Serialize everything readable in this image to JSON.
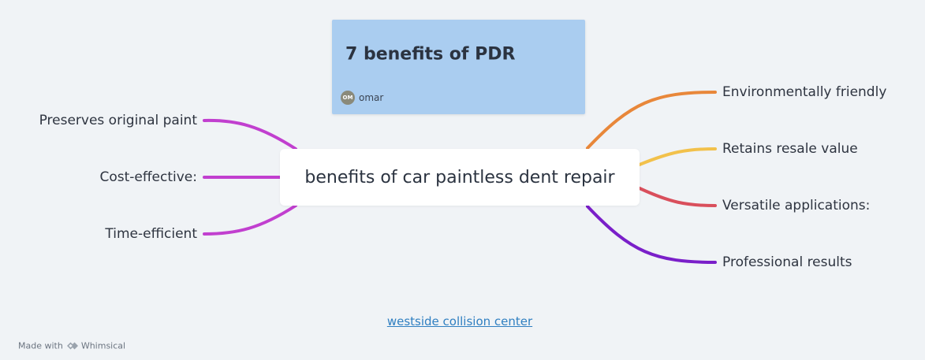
{
  "title_card": {
    "title": "7 benefits of PDR",
    "author_initials": "OM",
    "author_name": "omar"
  },
  "center_node": {
    "label": "benefits of car paintless dent repair"
  },
  "branches": [
    {
      "label": "Preserves original paint",
      "side": "left",
      "color": "#c13fcf"
    },
    {
      "label": "Cost-effective:",
      "side": "left",
      "color": "#c13fcf"
    },
    {
      "label": "Time-efficient",
      "side": "left",
      "color": "#c13fcf"
    },
    {
      "label": "Environmentally friendly",
      "side": "right",
      "color": "#e8873a"
    },
    {
      "label": "Retains resale value",
      "side": "right",
      "color": "#f2c14b"
    },
    {
      "label": "Versatile applications:",
      "side": "right",
      "color": "#d94f5c"
    },
    {
      "label": "Professional results",
      "side": "right",
      "color": "#7a1fc9"
    }
  ],
  "footer": {
    "link_text": "westside collision center",
    "made_with_prefix": "Made with",
    "made_with_brand": "Whimsical"
  },
  "colors": {
    "background": "#f0f3f6",
    "title_card": "#aacdf0",
    "link": "#2f7fc1"
  }
}
